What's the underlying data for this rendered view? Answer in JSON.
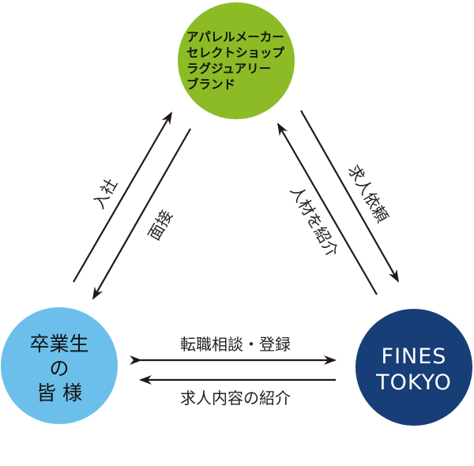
{
  "nodes": {
    "brands": {
      "lines": [
        "アパレルメーカー",
        "セレクトショップ",
        "ラグジュアリー",
        "ブランド"
      ],
      "color": "#8dbb25",
      "text_color": "#111111"
    },
    "graduates": {
      "lines": [
        "卒業生",
        "の",
        "皆 様"
      ],
      "color": "#6cbfea",
      "text_color": "#111111"
    },
    "fines": {
      "lines": [
        "FINES",
        "TOKYO"
      ],
      "color": "#173e77",
      "text_color": "#ffffff"
    }
  },
  "edges": {
    "join": "入社",
    "interview": "面接",
    "job_request": "求人依頼",
    "introduce_talent": "人材を紹介",
    "consult_register": "転職相談・登録",
    "introduce_jobs": "求人内容の紹介"
  },
  "colors": {
    "arrow": "#231815",
    "text": "#222222"
  }
}
